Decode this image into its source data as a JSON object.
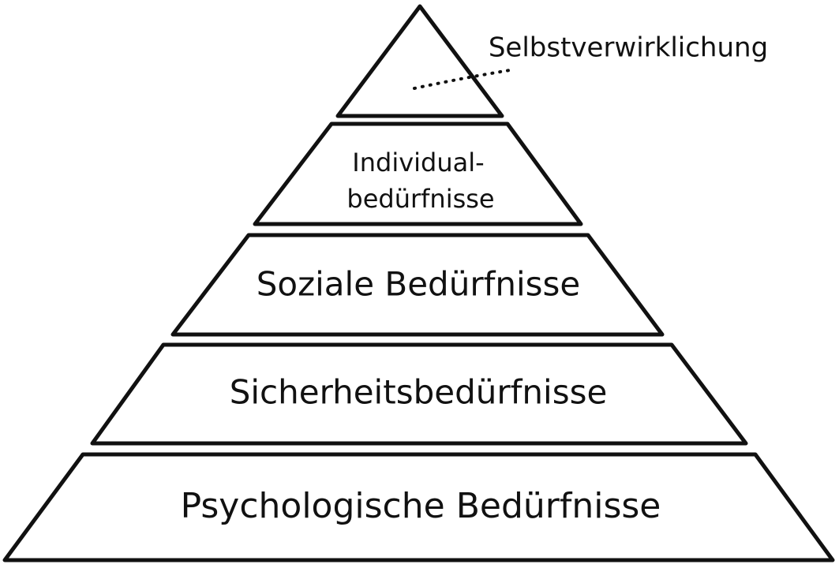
{
  "diagram": {
    "callout": "Selbstverwirklichung",
    "levels": [
      {
        "lines": [
          "Individual-",
          "bedürfnisse"
        ]
      },
      {
        "lines": [
          "Soziale Bedürfnisse"
        ]
      },
      {
        "lines": [
          "Sicherheitsbedürfnisse"
        ]
      },
      {
        "lines": [
          "Psychologische Bedürfnisse"
        ]
      }
    ]
  }
}
